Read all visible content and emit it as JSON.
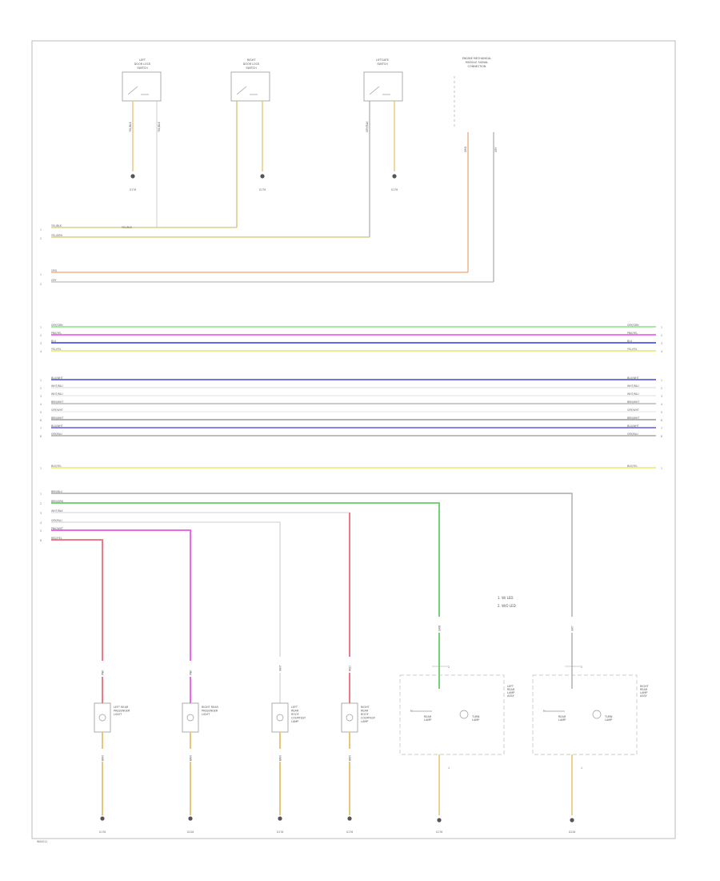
{
  "top_components": [
    {
      "id": "left_door_lock",
      "lines": [
        "LEFT",
        "DOOR LOCK",
        "SWITCH"
      ],
      "ground": "G176"
    },
    {
      "id": "right_door_lock",
      "lines": [
        "RIGHT",
        "DOOR LOCK",
        "SWITCH"
      ],
      "ground": "G176"
    },
    {
      "id": "liftgate_switch",
      "lines": [
        "LIFTGATE",
        "SWITCH"
      ],
      "ground": "G176"
    }
  ],
  "module_label": [
    "ENGINE MECHANICAL",
    "MODULE SIGNAL",
    "CONNECTION"
  ],
  "wire_labels": {
    "top_grp_1": "YEL/BLK",
    "top_grp_2": "YEL/GRN",
    "mid_orange": "ORG",
    "mid_gray": "GRY",
    "v_left_a": "YEL/BLK",
    "v_left_b": "YEL/BLK",
    "v_lift": "GRY/BLK",
    "splice_tag": "YEL/BLK",
    "module_a": "ORG",
    "module_b": "GRY"
  },
  "bus_group_1": [
    {
      "label": "GRY/GRN",
      "color": "#88e088"
    },
    {
      "label": "PNK/YEL",
      "color": "#ee44ee"
    },
    {
      "label": "BLU",
      "color": "#3333ee"
    },
    {
      "label": "YEL/YEL",
      "color": "#e6e66a"
    }
  ],
  "bus_group_2": [
    {
      "label": "BLU/WHT",
      "color": "#4444ee"
    },
    {
      "label": "WHT/BLU",
      "color": "#e6e6ea"
    },
    {
      "label": "WHT/BLU",
      "color": "#ececee"
    },
    {
      "label": "BRN/WHT",
      "color": "#b8b8b8"
    },
    {
      "label": "GRY/WHT",
      "color": "#eeeeee"
    },
    {
      "label": "BRN/WHT",
      "color": "#999999"
    },
    {
      "label": "BLU/WHT",
      "color": "#5a5aee"
    },
    {
      "label": "GRY/BLU",
      "color": "#aaaaaa"
    }
  ],
  "bus_single": {
    "label": "BLK/YEL",
    "color": "#e6ee66"
  },
  "lower_bus": [
    {
      "label": "BRN/BLU"
    },
    {
      "label": "BRN/GRN"
    },
    {
      "label": "WHT/BLK"
    },
    {
      "label": "GRY/BLU"
    },
    {
      "label": "PNK/WHT"
    },
    {
      "label": "RED/YEL"
    }
  ],
  "lower_components": [
    {
      "id": "comp1",
      "lines": [
        "LEFT REAR",
        "PASSENGER",
        "LIGHT"
      ],
      "ground": "G176"
    },
    {
      "id": "comp2",
      "lines": [
        "RIGHT REAR",
        "PASSENGER",
        "LIGHT"
      ],
      "ground": "G226"
    },
    {
      "id": "comp3",
      "lines": [
        "LEFT",
        "REAR",
        "ROOF",
        "COURTESY",
        "LAMP"
      ],
      "ground": "G176"
    },
    {
      "id": "comp4",
      "lines": [
        "RIGHT",
        "REAR",
        "ROOF",
        "COURTESY",
        "LAMP"
      ],
      "ground": "G176"
    }
  ],
  "lower_wire_tags": [
    "PNK",
    "PNK",
    "WHT",
    "RED",
    "GRN",
    "GRY"
  ],
  "ground_wire_tags": [
    "BRN",
    "BRN",
    "BRN",
    "BRN"
  ],
  "lamp_assemblies": [
    {
      "id": "left_rear",
      "lines": [
        "LEFT",
        "REAR",
        "LAMP",
        "ASSY"
      ],
      "lamp1": [
        "REAR",
        "LAMP"
      ],
      "lamp2": [
        "TURN",
        "LAMP"
      ],
      "ground": "G176"
    },
    {
      "id": "right_rear",
      "lines": [
        "RIGHT",
        "REAR",
        "LAMP",
        "ASSY"
      ],
      "lamp1": [
        "REAR",
        "LAMP"
      ],
      "lamp2": [
        "TURN",
        "LAMP"
      ],
      "ground": "G226"
    }
  ],
  "notes": [
    "1. W/ LED",
    "2. W/O LED"
  ],
  "footer_id": "W00011"
}
